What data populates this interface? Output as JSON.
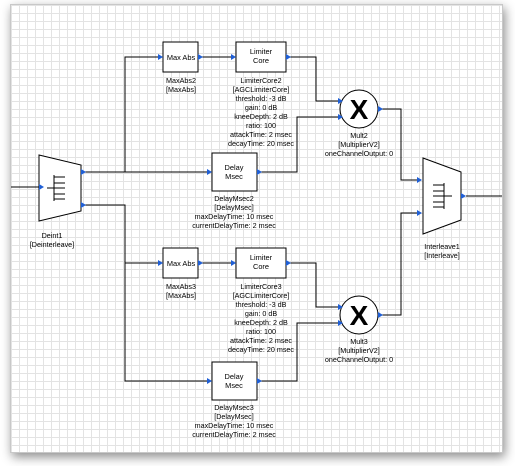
{
  "colors": {
    "port": "#1f5fd6",
    "grid": "#e3e3e3",
    "wire": "#000000"
  },
  "blocks": {
    "deint1": {
      "name": "Deint1",
      "type": "[Deinterleave]"
    },
    "interleave1": {
      "name": "Interleave1",
      "type": "[Interleave]"
    },
    "maxabs2": {
      "label": "Max Abs",
      "name": "MaxAbs2",
      "type": "[MaxAbs]"
    },
    "maxabs3": {
      "label": "Max Abs",
      "name": "MaxAbs3",
      "type": "[MaxAbs]"
    },
    "limiter2": {
      "label1": "Limiter",
      "label2": "Core",
      "name": "LimiterCore2",
      "type": "[AGCLimiterCore]",
      "params": [
        "threshold: -3 dB",
        "gain: 0 dB",
        "kneeDepth: 2 dB",
        "ratio: 100",
        "attackTime: 2 msec",
        "decayTime: 20 msec"
      ]
    },
    "limiter3": {
      "label1": "Limiter",
      "label2": "Core",
      "name": "LimiterCore3",
      "type": "[AGCLimiterCore]",
      "params": [
        "threshold: -3 dB",
        "gain: 0 dB",
        "kneeDepth: 2 dB",
        "ratio: 100",
        "attackTime: 2 msec",
        "decayTime: 20 msec"
      ]
    },
    "delay2": {
      "label1": "Delay",
      "label2": "Msec",
      "name": "DelayMsec2",
      "type": "[DelayMsec]",
      "params": [
        "maxDelayTime: 10 msec",
        "currentDelayTime: 2 msec"
      ]
    },
    "delay3": {
      "label1": "Delay",
      "label2": "Msec",
      "name": "DelayMsec3",
      "type": "[DelayMsec]",
      "params": [
        "maxDelayTime: 10 msec",
        "currentDelayTime: 2 msec"
      ]
    },
    "mult2": {
      "symbol": "X",
      "name": "Mult2",
      "type": "[MultiplierV2]",
      "params": [
        "oneChannelOutput: 0"
      ]
    },
    "mult3": {
      "symbol": "X",
      "name": "Mult3",
      "type": "[MultiplierV2]",
      "params": [
        "oneChannelOutput: 0"
      ]
    }
  }
}
